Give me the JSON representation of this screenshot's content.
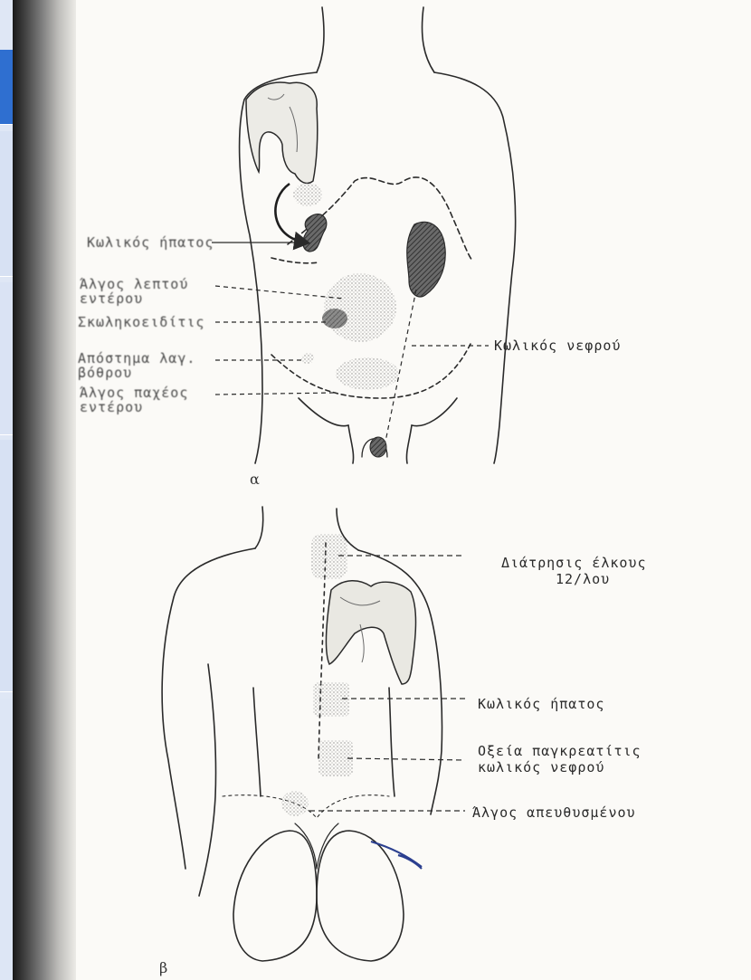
{
  "panel_a": {
    "letter": "α",
    "labels": {
      "liver_colic": "Κωλικός ήπατος",
      "small_intestine_pain": "Άλγος λεπτού εντέρου",
      "appendicitis": "Σκωληκοειδίτις",
      "pelvic_abscess": "Απόστημα λαγ. βόθρου",
      "large_intestine_pain": "Άλγος παχέος εντέρου",
      "kidney_colic": "Κωλικός νεφρού"
    }
  },
  "panel_b": {
    "letter": "β",
    "labels": {
      "ulcer_perforation_line1": "Διάτρησις έλκους",
      "ulcer_perforation_line2": "12/λου",
      "liver_colic": "Κωλικός ήπατος",
      "pancreatitis_line1": "Οξεία παγκρεατίτις",
      "pancreatitis_line2": "κωλικός νεφρού",
      "rectum_pain": "Άλγος απευθυσμένου"
    }
  },
  "colors": {
    "ink": "#2a2a2a",
    "stipple": "#9a9a9a",
    "shade": "#555555",
    "sidebar": "#dfe7f5",
    "sidebar_active": "#2f6fd0",
    "pen_mark": "#2b3f8f"
  }
}
